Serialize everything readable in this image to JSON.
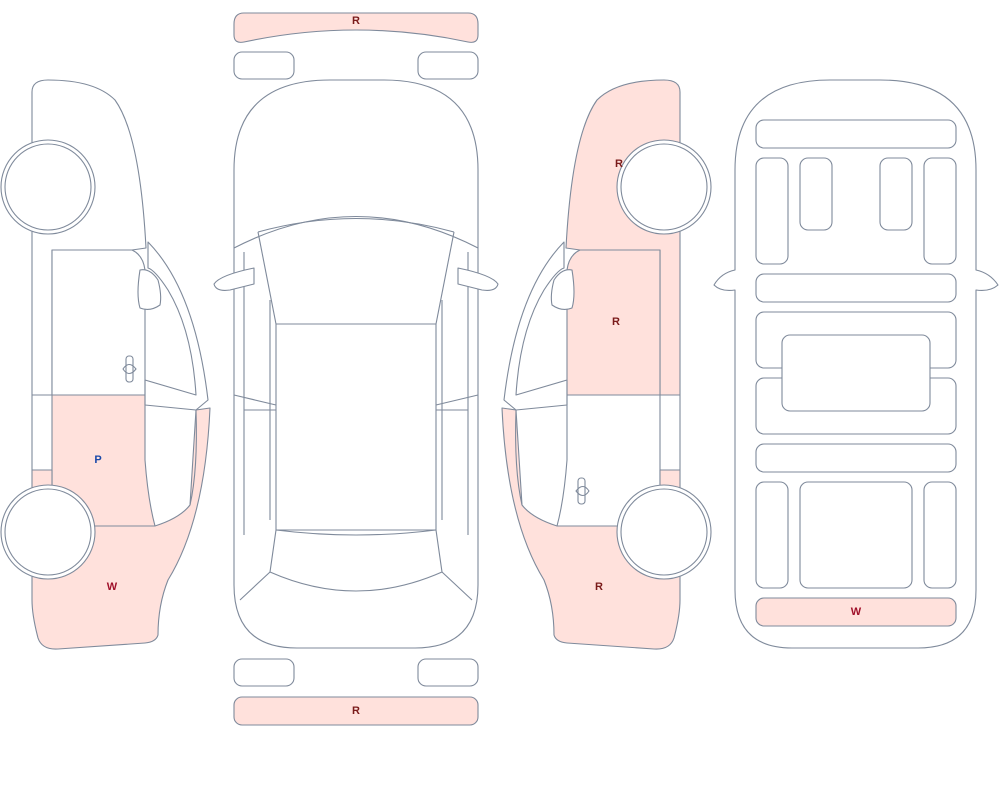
{
  "colors": {
    "outline": "#7f8a9b",
    "damaged_fill": "#ffe1dc",
    "label_red": "#a0102a",
    "label_dark_red": "#7a1a1a",
    "label_blue": "#1a48a8"
  },
  "marks": {
    "front_bumper": "R",
    "rear_bumper": "R",
    "left_rear_door": "P",
    "left_rear_quarter": "W",
    "right_front_fender": "R",
    "right_front_door": "R",
    "right_rear_quarter": "R",
    "interior_trunk_floor": "W"
  }
}
